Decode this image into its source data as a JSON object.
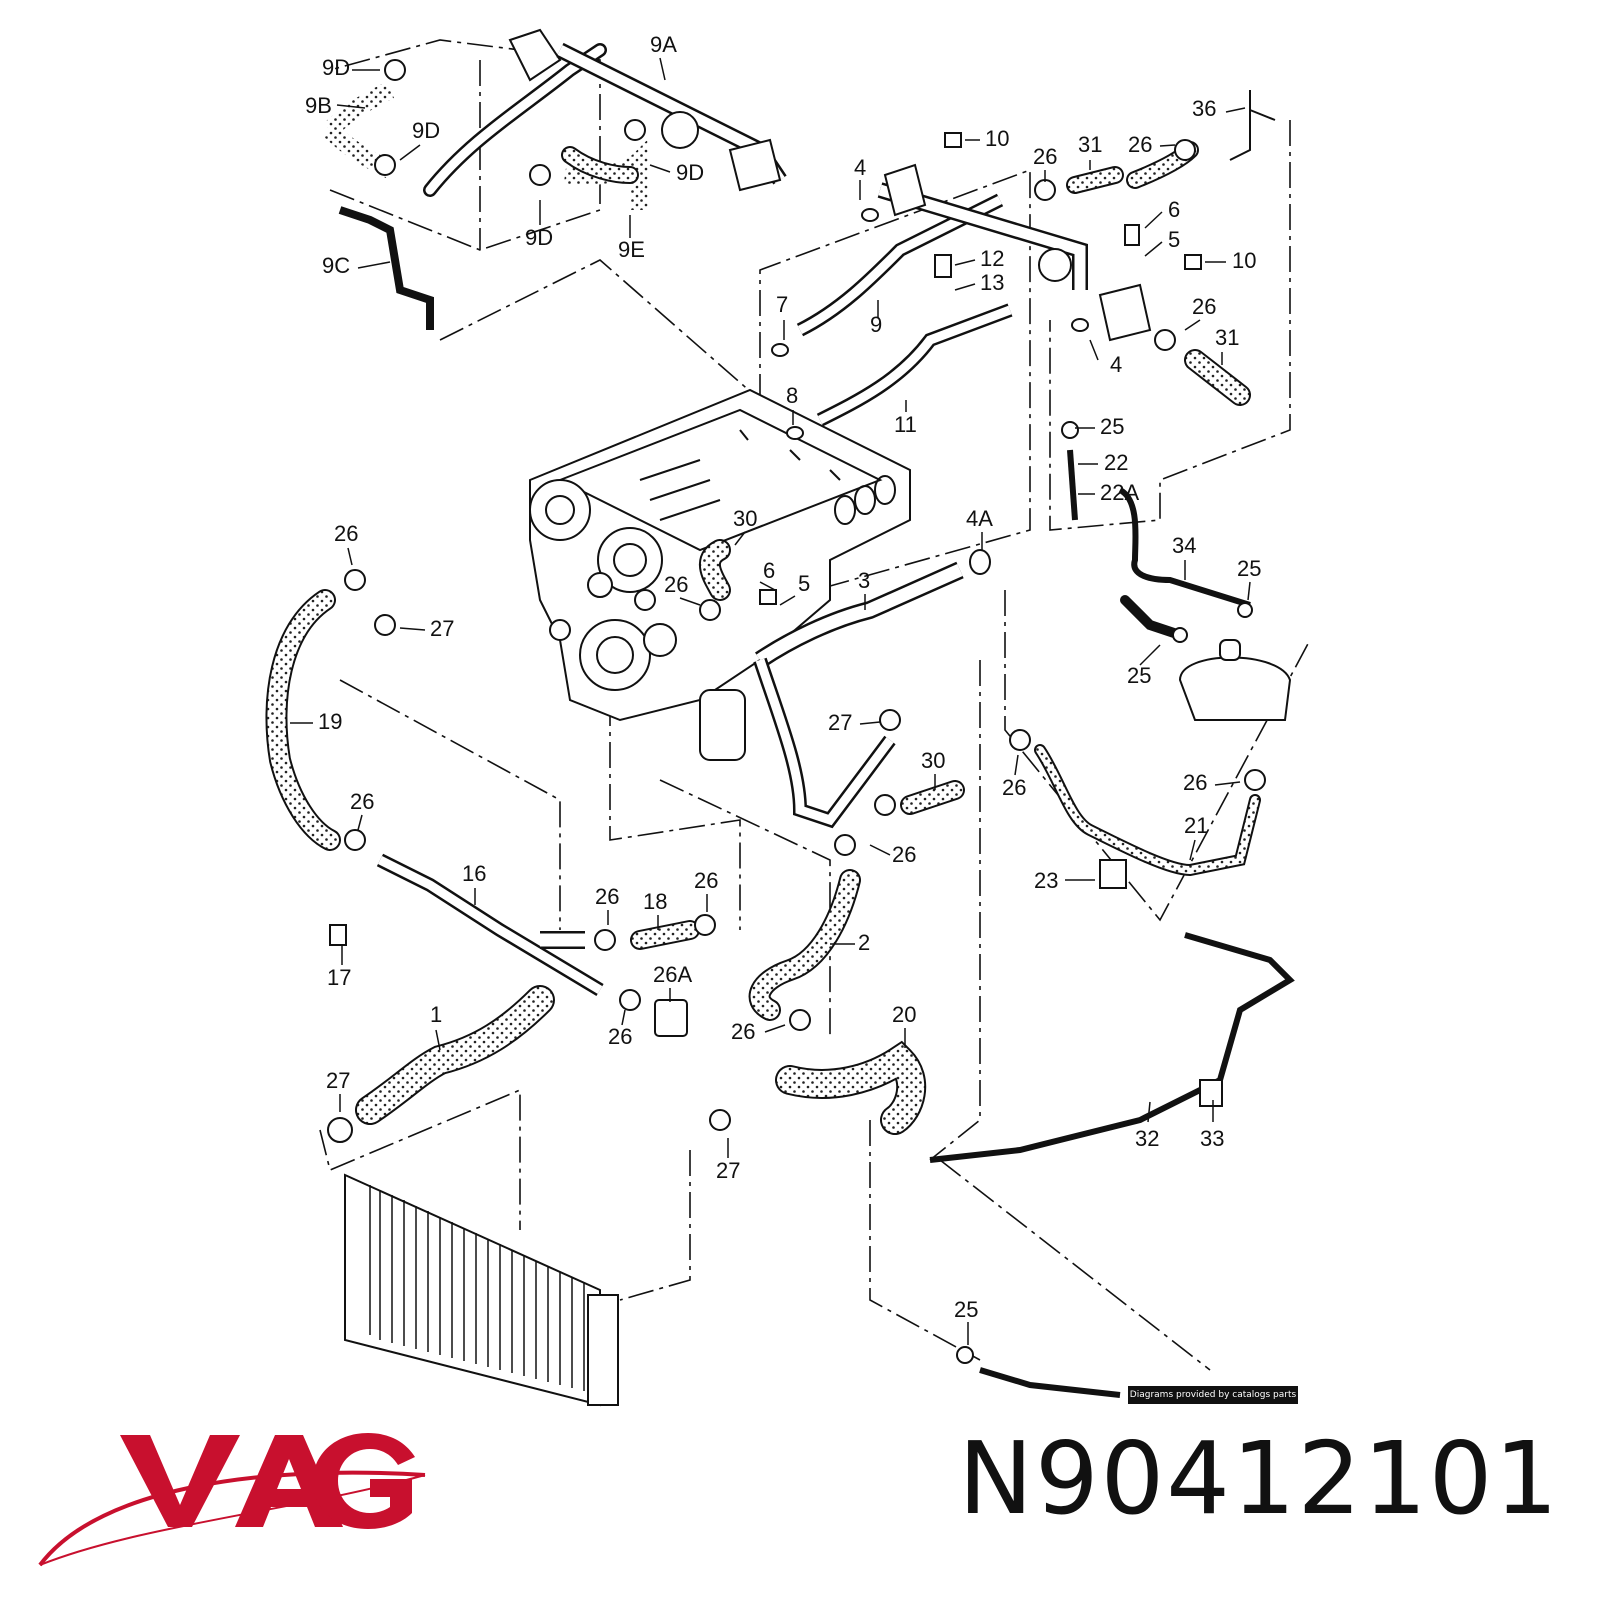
{
  "labels": {
    "l9A": "9A",
    "l9D_top": "9D",
    "l9B": "9B",
    "l9D_mid": "9D",
    "l9D_right": "9D",
    "l9D_bottom": "9D",
    "l9E": "9E",
    "l9C": "9C",
    "l10_top": "10",
    "l4_top": "4",
    "l26_top": "26",
    "l31_top": "31",
    "l26_topright": "26",
    "l36": "36",
    "l6_top": "6",
    "l5_top": "5",
    "l10_right": "10",
    "l12": "12",
    "l13": "13",
    "l7": "7",
    "l9": "9",
    "l26_right": "26",
    "l31_right": "31",
    "l4_right": "4",
    "l8": "8",
    "l11": "11",
    "l25_a": "25",
    "l22": "22",
    "l22A": "22A",
    "l30_engine": "30",
    "l4A": "4A",
    "l26_left": "26",
    "l27_left": "27",
    "l26_mid": "26",
    "l6_mid": "6",
    "l5_mid": "5",
    "l3": "3",
    "l34": "34",
    "l25_b": "25",
    "l25_c": "25",
    "l19": "19",
    "l27_mid": "27",
    "l30_mid": "30",
    "l26_tank": "26",
    "l26_tank2": "26",
    "l21": "21",
    "l26_lower": "26",
    "l26_clamp": "26",
    "l16": "16",
    "l23": "23",
    "l26_18a": "26",
    "l18": "18",
    "l26_18b": "26",
    "l2": "2",
    "l17": "17",
    "l26A": "26A",
    "l26_bottom": "26",
    "l26_hose2": "26",
    "l1": "1",
    "l20": "20",
    "l27_bottom_left": "27",
    "l32": "32",
    "l33": "33",
    "l27_bottom_mid": "27",
    "l25_bottom": "25"
  },
  "credit": "Diagrams provided by catalogs parts",
  "brand_logo_text": "VAG",
  "part_number": "N90412101",
  "colors": {
    "brand_red": "#c8102e",
    "line": "#111111"
  }
}
